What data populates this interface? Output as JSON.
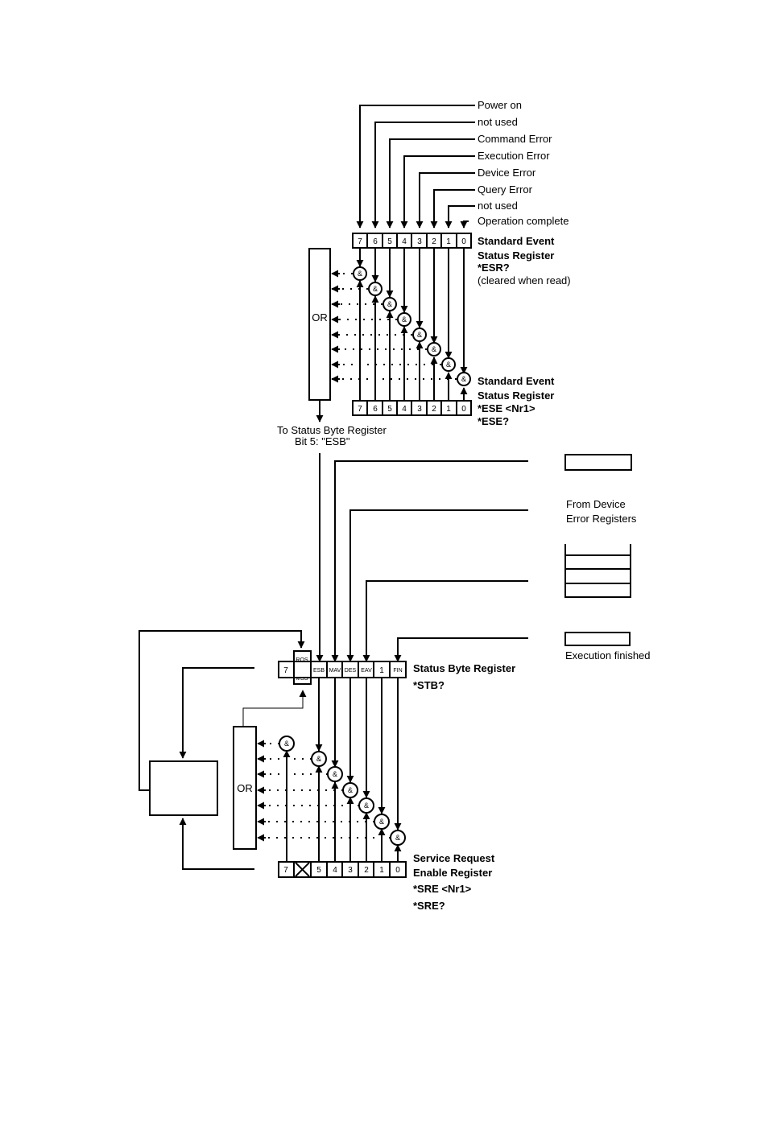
{
  "esr": {
    "inputs": [
      "Power on",
      "not used",
      "Command Error",
      "Execution Error",
      "Device Error",
      "Query Error",
      "not used",
      "Operation complete"
    ],
    "bits": [
      "7",
      "6",
      "5",
      "4",
      "3",
      "2",
      "1",
      "0"
    ],
    "title_1": "Standard Event",
    "title_2": "Status Register",
    "query": "*ESR?",
    "note": "(cleared when read)"
  },
  "ese": {
    "bits": [
      "7",
      "6",
      "5",
      "4",
      "3",
      "2",
      "1",
      "0"
    ],
    "title_1": "Standard Event",
    "title_2": "Status Register",
    "cmd": "*ESE <Nr1>",
    "query": "*ESE?"
  },
  "gate_label": "&",
  "or_label": "OR",
  "esb_note_1": "To Status Byte Register",
  "esb_note_2": "Bit 5: \"ESB\"",
  "device_errors_1": "From Device",
  "device_errors_2": "Error Registers",
  "execution_finished": "Execution finished",
  "stb": {
    "bits": [
      "7",
      "",
      "ESB",
      "MAV",
      "DES",
      "EAV",
      "1",
      "FIN"
    ],
    "rqs": "RQS",
    "mss": "MSS",
    "title": "Status Byte Register",
    "query": "*STB?"
  },
  "sre": {
    "bits": [
      "7",
      "",
      "5",
      "4",
      "3",
      "2",
      "1",
      "0"
    ],
    "title_1": "Service Request",
    "title_2": "Enable Register",
    "cmd": "*SRE <Nr1>",
    "query": "*SRE?"
  }
}
